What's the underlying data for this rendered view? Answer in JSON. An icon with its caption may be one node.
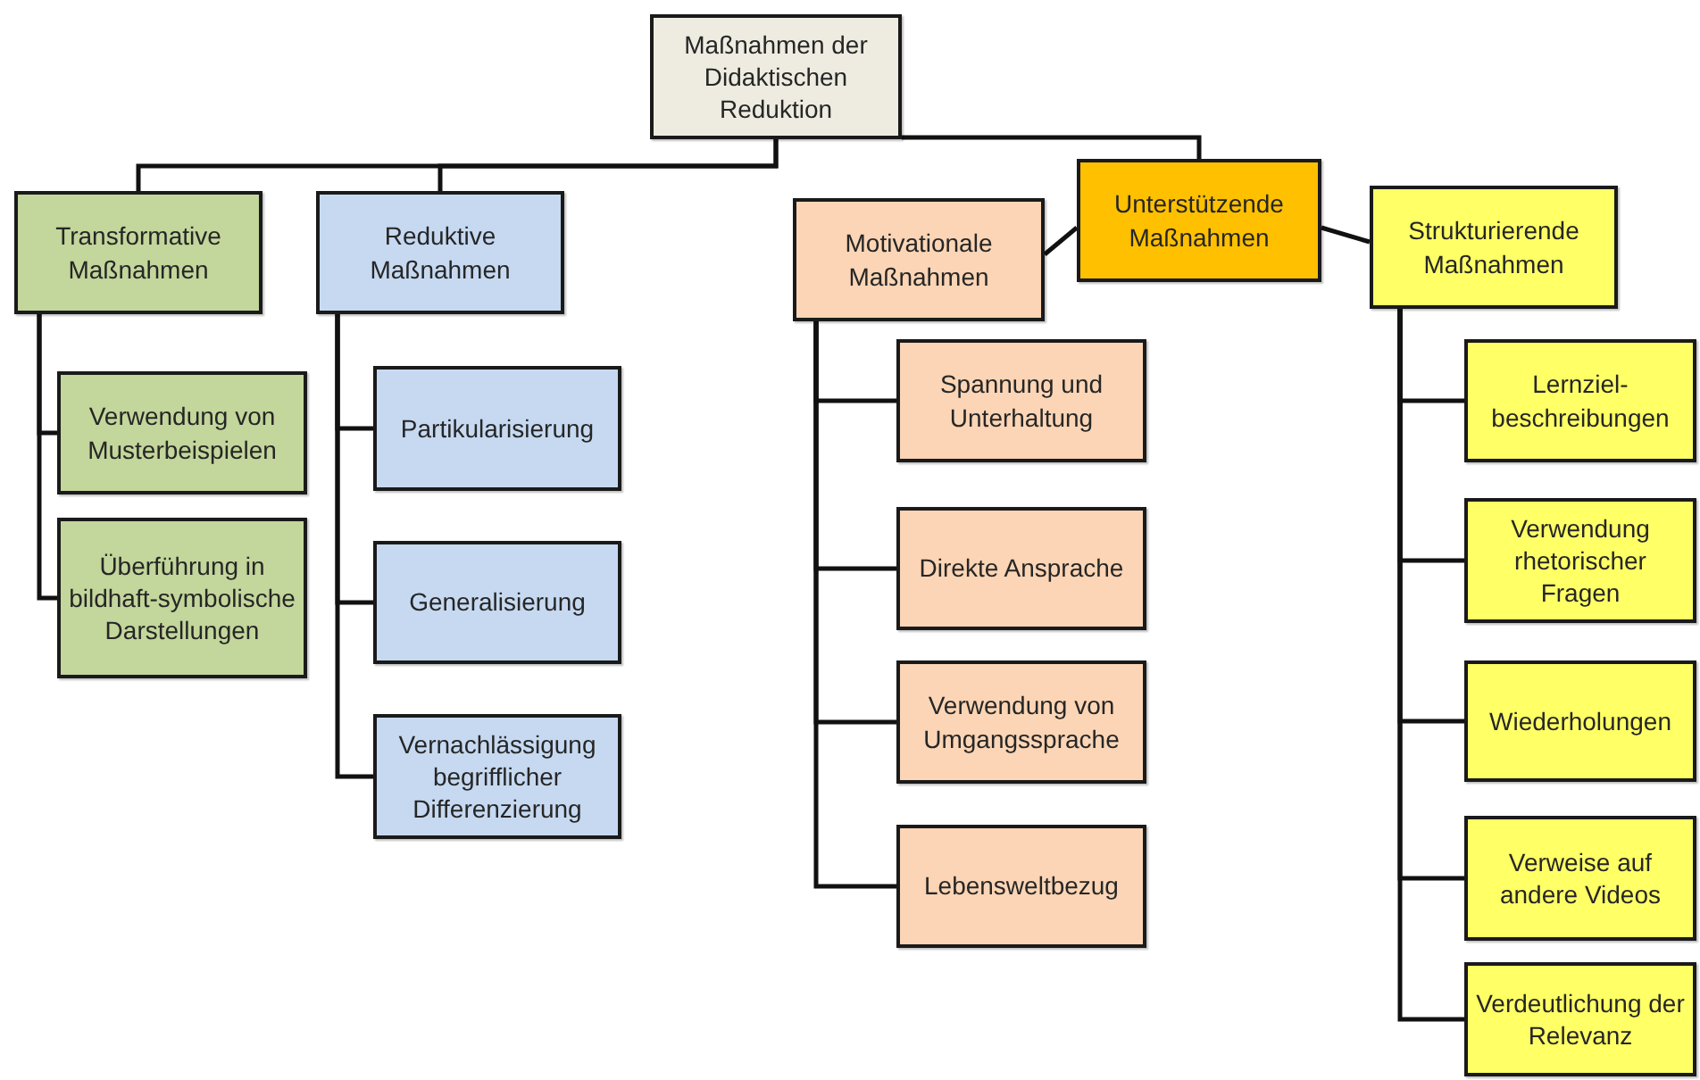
{
  "diagram": {
    "nodes": [
      {
        "text": [
          "Maßnahmen der Didaktischen Reduktion"
        ]
      },
      {
        "text": [
          "Transformative Maßnahmen"
        ]
      },
      {
        "text": [
          "Reduktive Maßnahmen"
        ]
      },
      {
        "text": [
          "Motivationale Maßnahmen"
        ]
      },
      {
        "text": [
          "Unterstützende Maßnahmen"
        ]
      },
      {
        "text": [
          "Strukturierende Maßnahmen"
        ]
      },
      {
        "text": [
          "Verwendung von Musterbeispielen"
        ]
      },
      {
        "text": [
          "Überführung in bildhaft-symbolische Darstellungen"
        ]
      },
      {
        "text": [
          "Partikularisierung"
        ]
      },
      {
        "text": [
          "Generalisierung"
        ]
      },
      {
        "text": [
          "Vernachlässigung begrifflicher Differenzierung"
        ]
      },
      {
        "text": [
          "Spannung und Unterhaltung"
        ]
      },
      {
        "text": [
          "Direkte Ansprache"
        ]
      },
      {
        "text": [
          "Verwendung von Umgangssprache"
        ]
      },
      {
        "text": [
          "Lebensweltbezug"
        ]
      },
      {
        "text": [
          "Lernziel-beschreibungen"
        ]
      },
      {
        "text": [
          "Verwendung rhetorischer Fragen"
        ]
      },
      {
        "text": [
          "Wiederholungen"
        ]
      },
      {
        "text": [
          "Verweise auf andere Videos"
        ]
      },
      {
        "text": [
          "Verdeutlichung der Relevanz"
        ]
      }
    ],
    "edges": [
      {
        "from": 0,
        "to": 1,
        "arrow": "none"
      },
      {
        "from": 0,
        "to": 2,
        "arrow": "none"
      },
      {
        "from": 0,
        "to": 4,
        "arrow": "none"
      },
      {
        "from": 4,
        "to": 3,
        "arrow": "none"
      },
      {
        "from": 4,
        "to": 5,
        "arrow": "none"
      },
      {
        "from": 1,
        "to": 6,
        "arrow": "none"
      },
      {
        "from": 1,
        "to": 7,
        "arrow": "none"
      },
      {
        "from": 2,
        "to": 8,
        "arrow": "none"
      },
      {
        "from": 2,
        "to": 9,
        "arrow": "none"
      },
      {
        "from": 2,
        "to": 10,
        "arrow": "none"
      },
      {
        "from": 3,
        "to": 11,
        "arrow": "none"
      },
      {
        "from": 3,
        "to": 12,
        "arrow": "none"
      },
      {
        "from": 3,
        "to": 13,
        "arrow": "none"
      },
      {
        "from": 3,
        "to": 14,
        "arrow": "none"
      },
      {
        "from": 5,
        "to": 15,
        "arrow": "none"
      },
      {
        "from": 5,
        "to": 16,
        "arrow": "none"
      },
      {
        "from": 5,
        "to": 17,
        "arrow": "none"
      },
      {
        "from": 5,
        "to": 18,
        "arrow": "none"
      },
      {
        "from": 5,
        "to": 19,
        "arrow": "none"
      }
    ]
  }
}
